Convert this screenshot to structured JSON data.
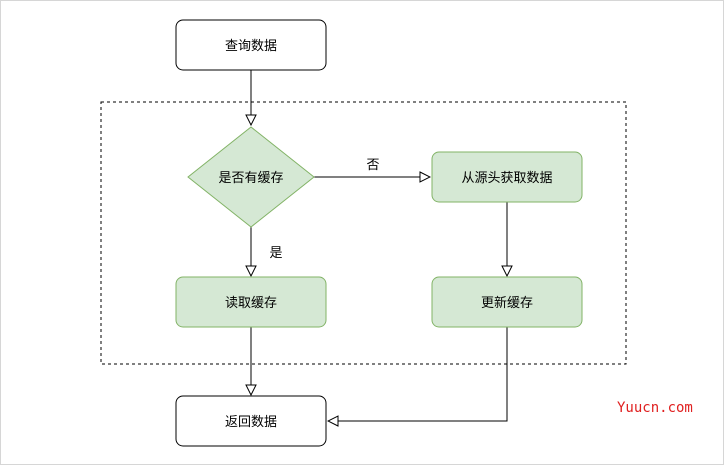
{
  "diagram": {
    "nodes": {
      "query_data": "查询数据",
      "has_cache": "是否有缓存",
      "fetch_source": "从源头获取数据",
      "read_cache": "读取缓存",
      "update_cache": "更新缓存",
      "return_data": "返回数据"
    },
    "edges": {
      "no": "否",
      "yes": "是"
    },
    "colors": {
      "green_fill": "#d5e8d4",
      "green_stroke": "#82b366",
      "white_fill": "#ffffff",
      "black_stroke": "#000000"
    }
  },
  "watermark": "Yuucn.com"
}
